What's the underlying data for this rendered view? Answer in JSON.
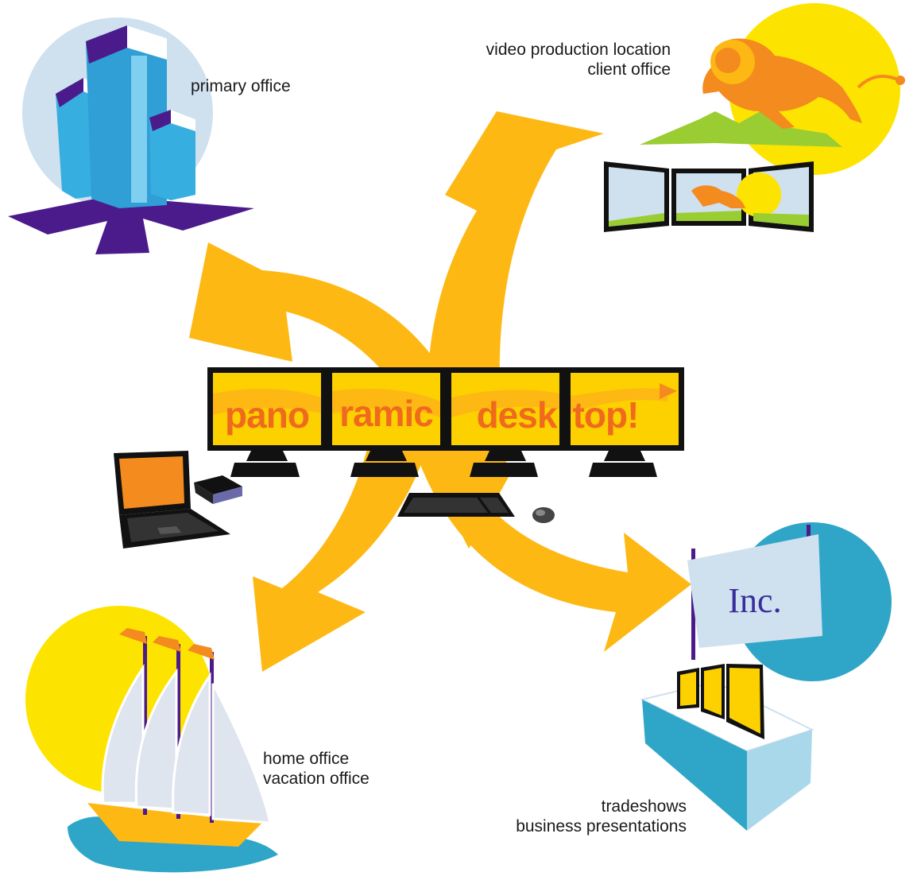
{
  "locations": {
    "primary": {
      "lines": [
        "primary office"
      ]
    },
    "video": {
      "lines": [
        "video production location",
        "client office"
      ]
    },
    "home": {
      "lines": [
        "home office",
        "vacation office"
      ]
    },
    "trade": {
      "lines": [
        "tradeshows",
        "business presentations"
      ]
    }
  },
  "screens": {
    "words": [
      "pano",
      "ramic",
      "desk",
      "top!"
    ]
  },
  "sign": {
    "text": "Inc."
  },
  "colors": {
    "arrow": "#fdb813",
    "sky": "#cfe0ee",
    "building": "#37aee0",
    "purple": "#4b1b8c",
    "sun": "#fde400",
    "orange": "#f38b1f",
    "teal": "#2fa6c8",
    "screen": "#fdd000"
  }
}
